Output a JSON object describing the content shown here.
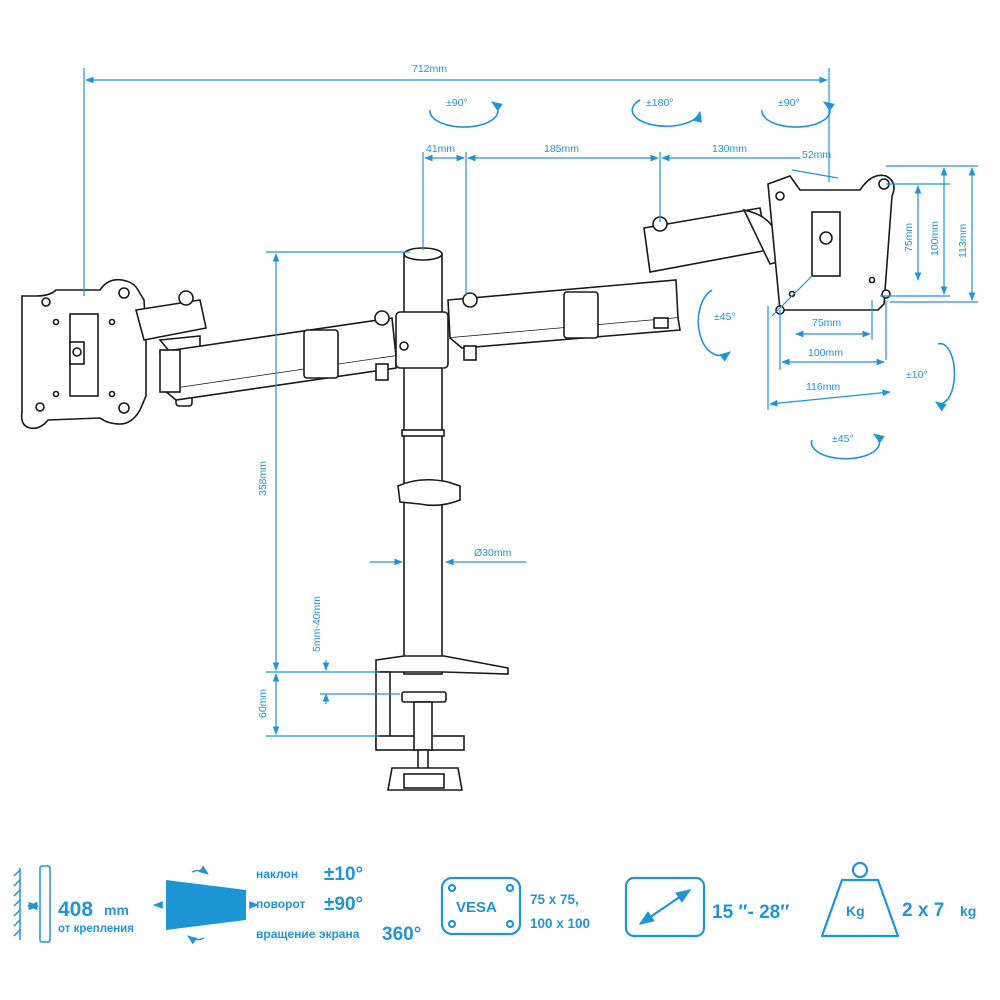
{
  "dimensions": {
    "total_width": "712mm",
    "arm_41": "41mm",
    "arm_185": "185mm",
    "arm_130": "130mm",
    "arm_52": "52mm",
    "height_358": "358mm",
    "pole_diameter": "Ø30mm",
    "clamp_range": "5mm-40mm",
    "clamp_height": "60mm",
    "vesa_75h": "75mm",
    "vesa_100h": "100mm",
    "plate_113h": "113mm",
    "vesa_75w": "75mm",
    "vesa_100w": "100mm",
    "plate_116w": "116mm"
  },
  "rotations": {
    "left_arm": "±90°",
    "middle_arm": "±180°",
    "right_arm": "±90°",
    "swivel": "±45°",
    "tilt": "±10°",
    "bottom": "±45°"
  },
  "specs": {
    "distance_value": "408",
    "distance_unit": "mm",
    "distance_caption": "от крепления",
    "tilt_label": "наклон",
    "tilt_value": "±10°",
    "swivel_label": "поворот",
    "swivel_value": "±90°",
    "rotate_label": "вращение экрана",
    "rotate_value": "360°",
    "vesa_label": "VESA",
    "vesa_line1": "75 x 75,",
    "vesa_line2": "100 x 100",
    "screen_size": "15 ″- 28″",
    "weight_icon_label": "Kg",
    "weight_value": "2 x 7",
    "weight_unit": "kg"
  },
  "colors": {
    "accent": "#1e96d6",
    "line": "#1a1a1a"
  }
}
